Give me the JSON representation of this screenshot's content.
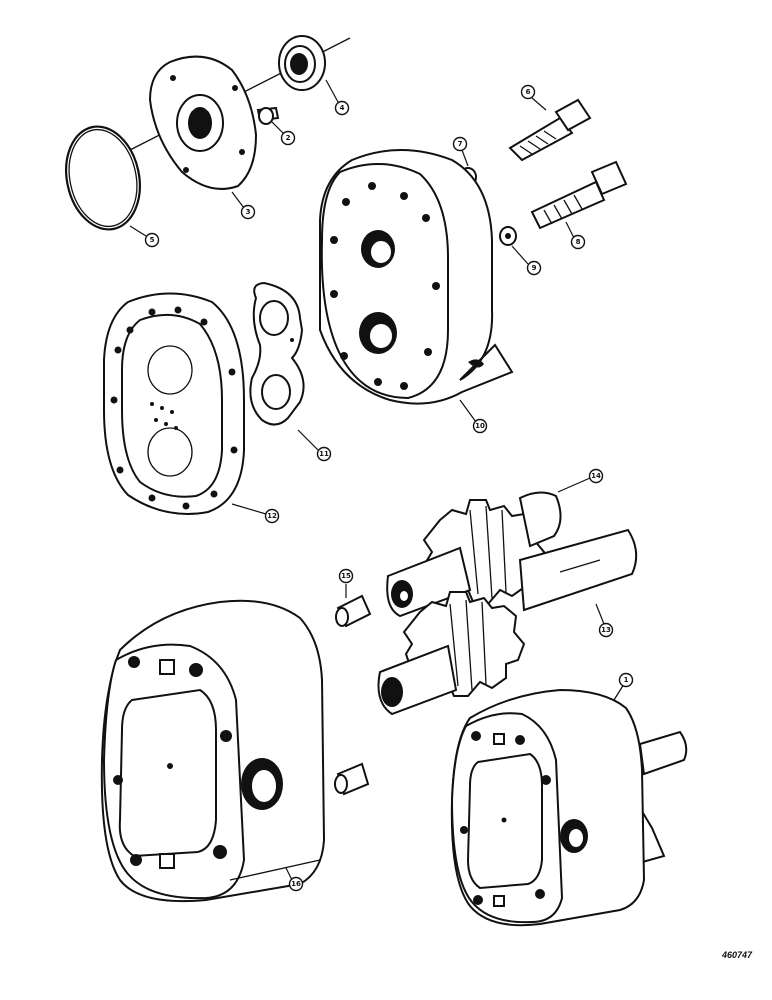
{
  "drawing": {
    "reference": "460747",
    "callouts": [
      "1",
      "2",
      "3",
      "4",
      "5",
      "6",
      "7",
      "8",
      "9",
      "10",
      "11",
      "12",
      "13",
      "14",
      "15",
      "16"
    ]
  }
}
